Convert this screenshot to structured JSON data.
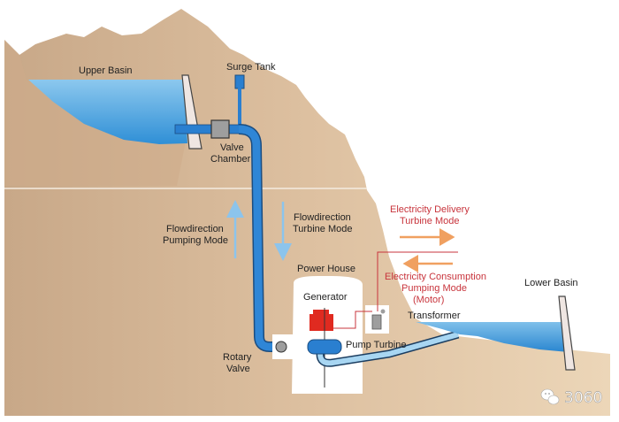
{
  "title": "Pumped Storage Hydropower Plant",
  "labels": {
    "upper_basin": "Upper Basin",
    "surge_tank": "Surge Tank",
    "valve_chamber_line1": "Valve",
    "valve_chamber_line2": "Chamber",
    "flow_pumping_line1": "Flowdirection",
    "flow_pumping_line2": "Pumping Mode",
    "flow_turbine_line1": "Flowdirection",
    "flow_turbine_line2": "Turbine Mode",
    "power_house": "Power House",
    "generator": "Generator",
    "pump_turbine": "Pump Turbine",
    "rotary_valve_line1": "Rotary",
    "rotary_valve_line2": "Valve",
    "transformer": "Transformer",
    "lower_basin": "Lower Basin",
    "delivery_line1": "Electricity Delivery",
    "delivery_line2": "Turbine Mode",
    "consumption_line1": "Electricity Consumption",
    "consumption_line2": "Pumping Mode",
    "consumption_line3": "(Motor)"
  },
  "watermark": {
    "icon": "wechat-icon",
    "text": "3060"
  },
  "colors": {
    "mountain_light": "#e9d2b3",
    "mountain_dark": "#c9a888",
    "water": "#4aa3df",
    "pipe": "#2a7fd0",
    "generator": "#e02a20",
    "electric_line": "#c8343c",
    "power_arrow": "#f0a060",
    "flow_arrow": "#8cc4ec"
  }
}
